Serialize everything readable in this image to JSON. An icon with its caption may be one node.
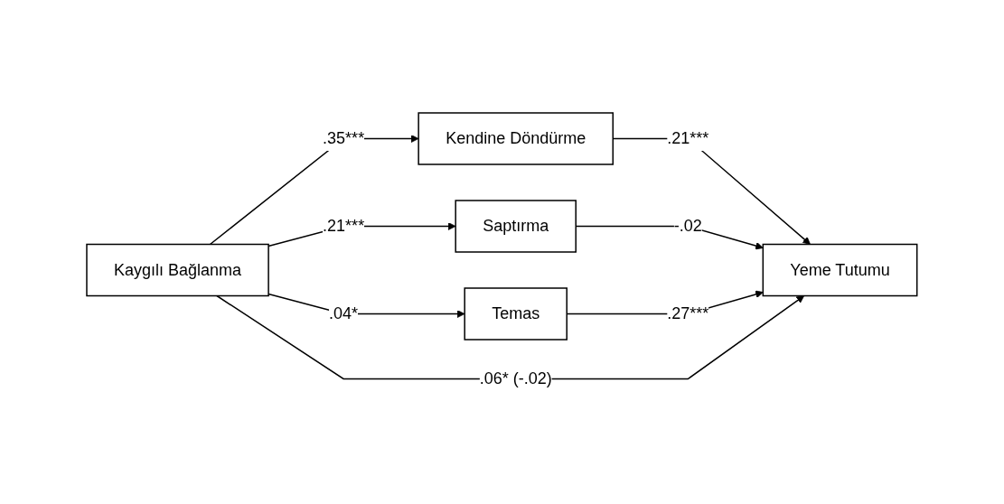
{
  "diagram": {
    "nodes": [
      {
        "text": [
          "Kaygılı Bağlanma"
        ]
      },
      {
        "text": [
          "Kendine Döndürme"
        ]
      },
      {
        "text": [
          "Saptırma"
        ]
      },
      {
        "text": [
          "Temas"
        ]
      },
      {
        "text": [
          "Yeme Tutumu"
        ]
      }
    ],
    "edges": [
      {
        "from": 0,
        "to": 1,
        "arrow": "to",
        "label": ".35***"
      },
      {
        "from": 0,
        "to": 2,
        "arrow": "to",
        "label": ".21***"
      },
      {
        "from": 0,
        "to": 3,
        "arrow": "to",
        "label": ".04*"
      },
      {
        "from": 1,
        "to": 4,
        "arrow": "to",
        "label": ".21***"
      },
      {
        "from": 2,
        "to": 4,
        "arrow": "to",
        "label": "-.02"
      },
      {
        "from": 3,
        "to": 4,
        "arrow": "to",
        "label": ".27***"
      },
      {
        "from": 0,
        "to": 4,
        "arrow": "to",
        "label": ".06* (-.02)"
      }
    ]
  }
}
